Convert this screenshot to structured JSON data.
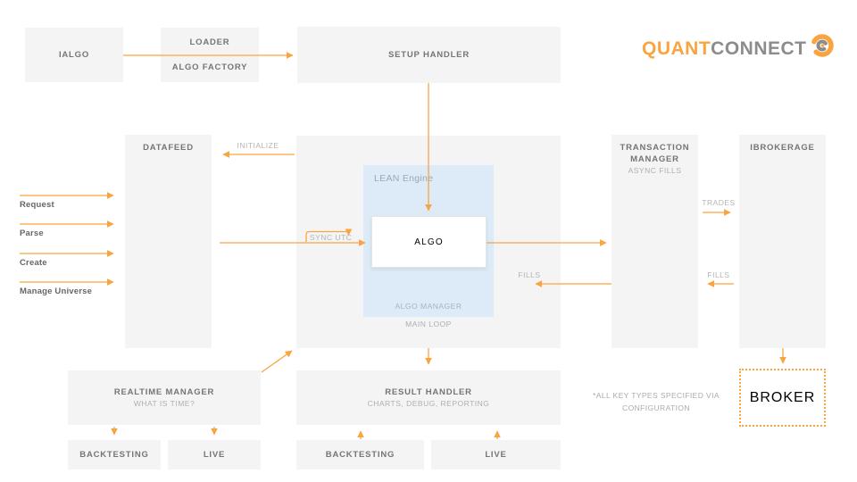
{
  "logo": {
    "part1": "QUANT",
    "part2": "CONNECT"
  },
  "top_row": {
    "ialgo": "IALGO",
    "loader_line1": "LOADER",
    "loader_line2": "ALGO FACTORY",
    "setup_handler": "SETUP HANDLER"
  },
  "left_panel": {
    "datafeed": "DATAFEED",
    "inputs": [
      "Request",
      "Parse",
      "Create",
      "Manage Universe"
    ]
  },
  "engine": {
    "lean_label": "LEAN Engine",
    "algo": "ALGO",
    "algo_manager": "ALGO MANAGER",
    "main_loop": "MAIN LOOP",
    "sync_utc": "SYNC UTC",
    "fills": "FILLS"
  },
  "flow_labels": {
    "initialize": "INITIALIZE",
    "trades": "TRADES",
    "fills_right": "FILLS"
  },
  "right_panel": {
    "transaction_title": "TRANSACTION MANAGER",
    "transaction_subtitle": "ASYNC FILLS",
    "ibrokerage": "IBROKERAGE",
    "broker": "BROKER",
    "note_line1": "*ALL KEY TYPES SPECIFIED VIA",
    "note_line2": "CONFIGURATION"
  },
  "bottom_row": {
    "realtime_title": "REALTIME MANAGER",
    "realtime_subtitle": "WHAT IS TIME?",
    "result_title": "RESULT HANDLER",
    "result_subtitle": "CHARTS, DEBUG, REPORTING",
    "backtesting_left": "BACKTESTING",
    "live_left": "LIVE",
    "backtesting_center": "BACKTESTING",
    "live_center": "LIVE"
  },
  "colors": {
    "accent_orange": "#F9A43F",
    "box_background": "#F4F4F4",
    "lean_background": "#DCEBF7",
    "title_text": "#757575",
    "muted_text": "#B5B5B5",
    "logo_gray": "#8C8C8C"
  }
}
